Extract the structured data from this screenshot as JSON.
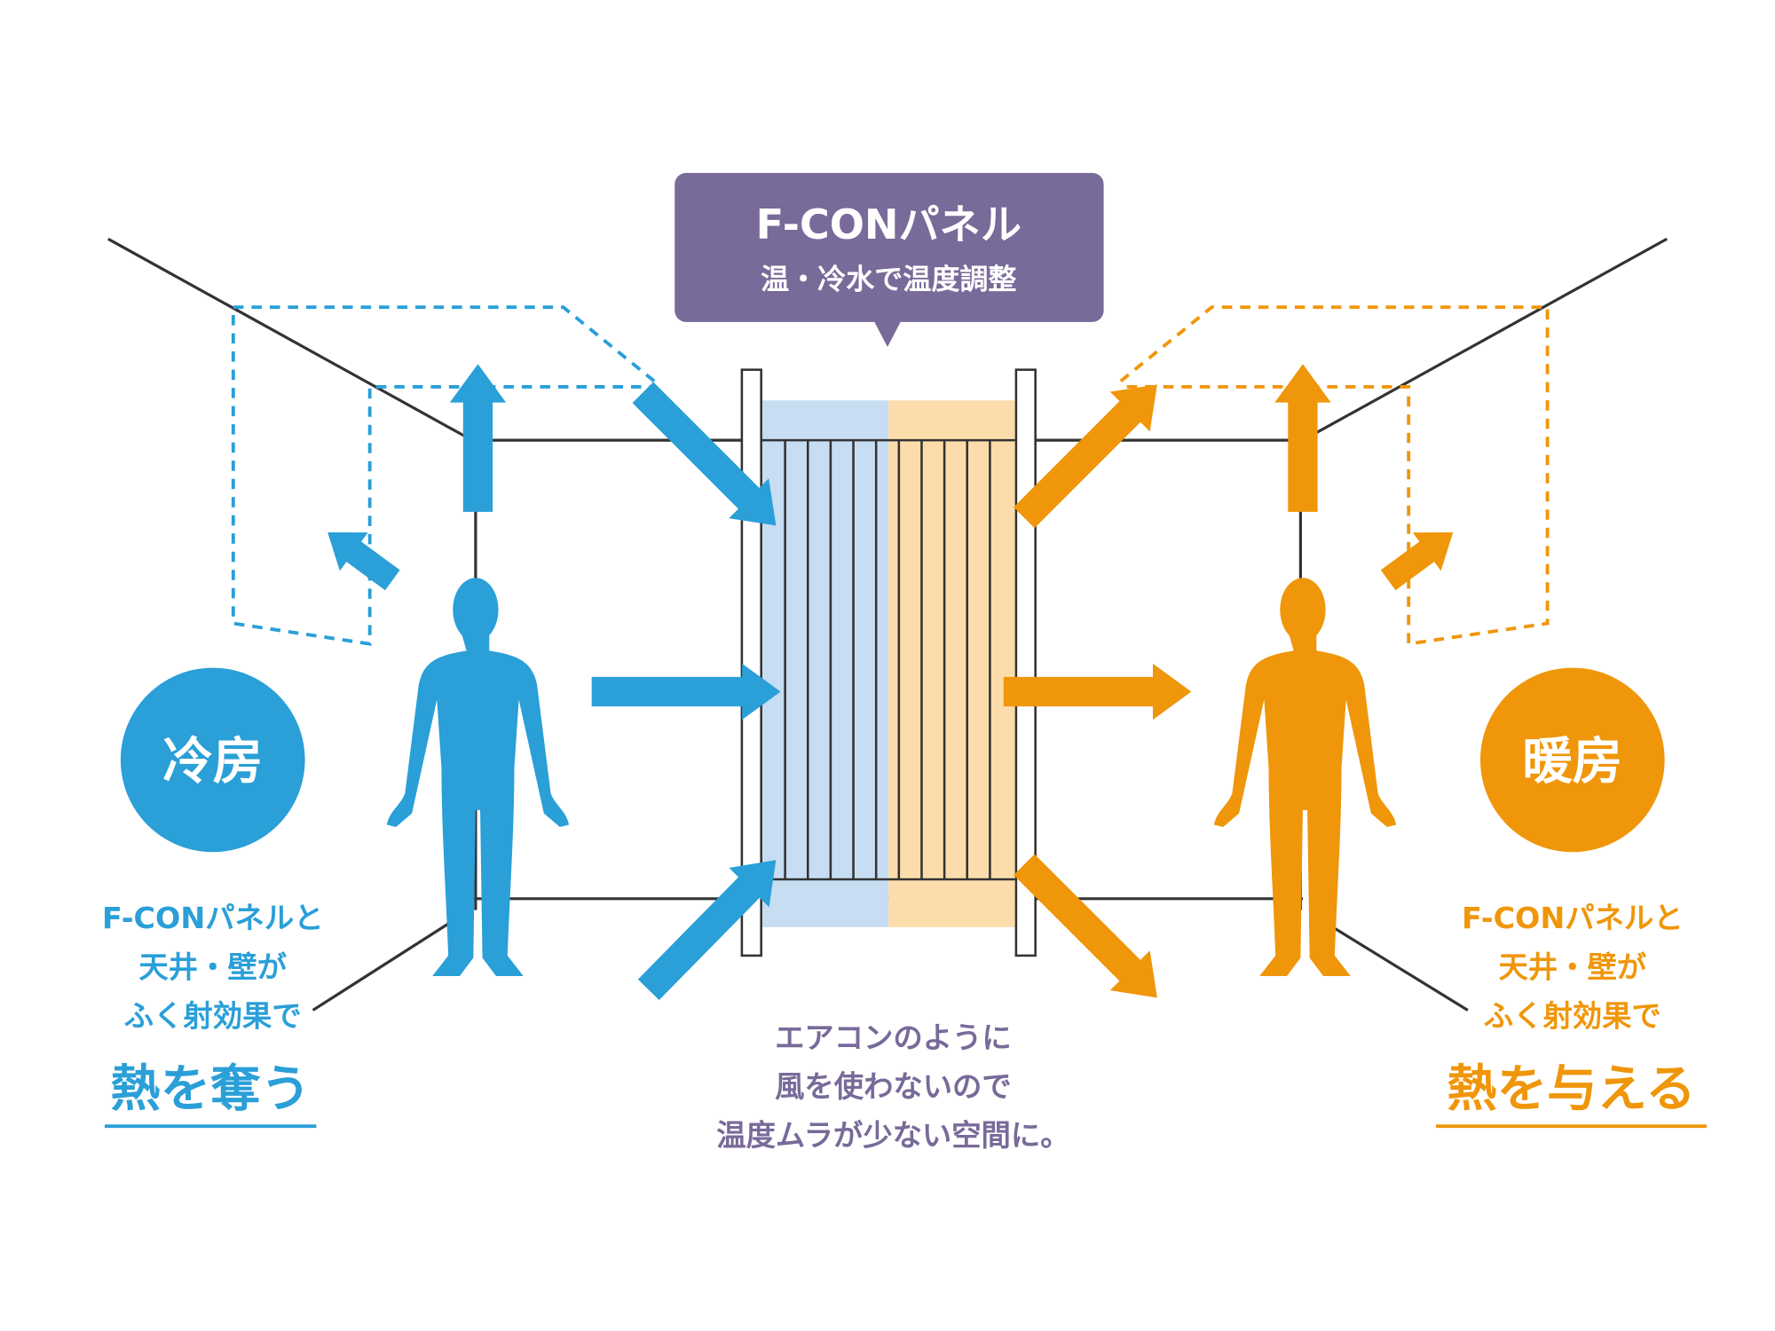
{
  "panel_label": {
    "title": "F-CONパネル",
    "subtitle": "温・冷水で温度調整"
  },
  "center_caption": {
    "lines": [
      "エアコンのように",
      "風を使わないので",
      "温度ムラが少ない空間に。"
    ]
  },
  "cooling": {
    "badge": "冷房",
    "lines": [
      "F-CONパネルと",
      "天井・壁が",
      "ふく射効果で"
    ],
    "headline": "熱を奪う"
  },
  "heating": {
    "badge": "暖房",
    "lines": [
      "F-CONパネルと",
      "天井・壁が",
      "ふく射効果で"
    ],
    "headline": "熱を与える"
  },
  "colors": {
    "cool": "#2a9fd8",
    "warm": "#f0960a",
    "purple": "#786a99",
    "cool_light": "#c6ddf2",
    "warm_light": "#fcdcab"
  }
}
